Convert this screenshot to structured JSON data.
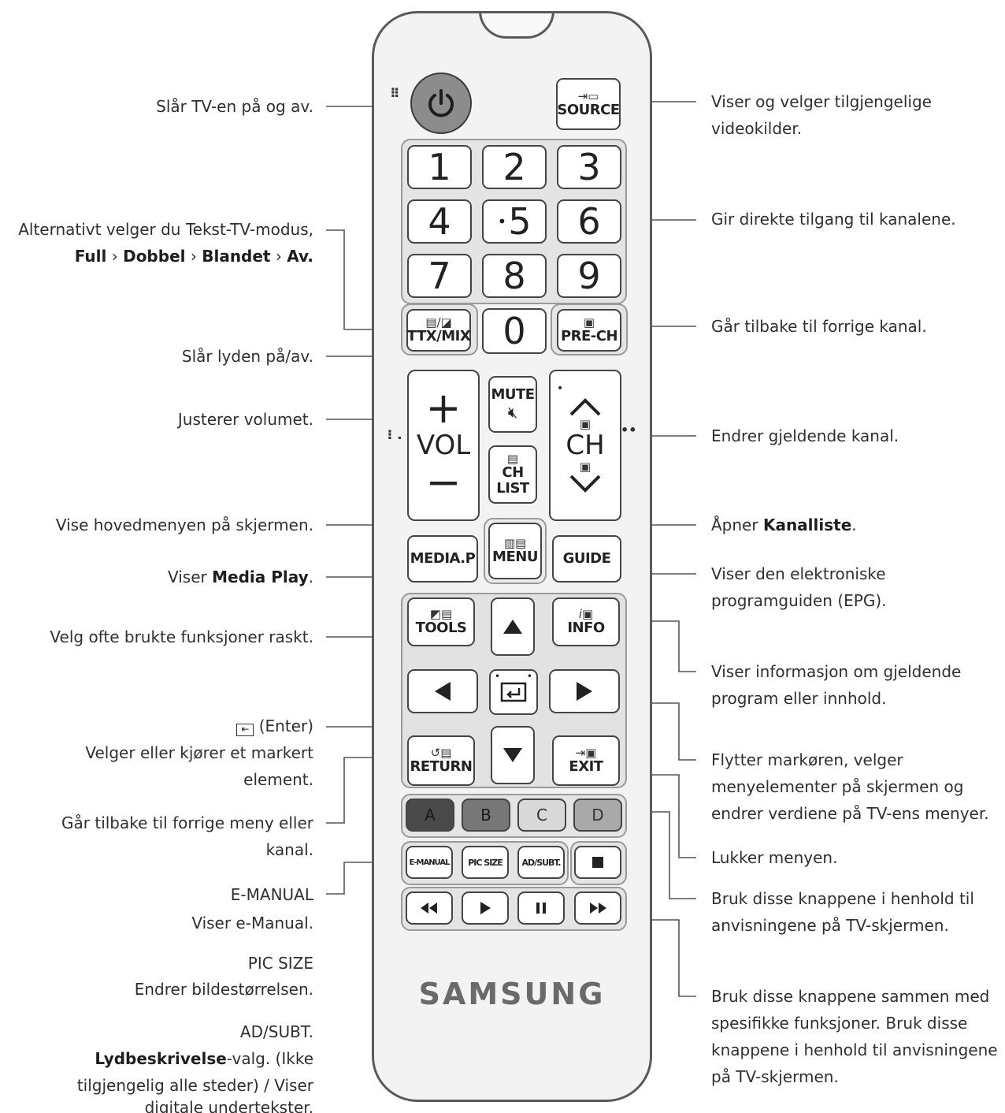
{
  "labels_left": {
    "power": "Slår TV-en på og av.",
    "ttx_line1": "Alternativt velger du Tekst-TV-modus,",
    "ttx_full": "Full",
    "ttx_dobbel": "Dobbel",
    "ttx_blandet": "Blandet",
    "ttx_av": "Av.",
    "sep": "›",
    "mute": "Slår lyden på/av.",
    "vol": "Justerer volumet.",
    "menu": "Vise hovedmenyen på skjermen.",
    "mediap_prefix": "Viser",
    "mediap_bold": "Media Play",
    "mediap_suffix": ".",
    "tools": "Velg ofte brukte funksjoner raskt.",
    "enter_title": "(Enter)",
    "enter_line1": "Velger eller kjører et markert",
    "enter_line2": "element.",
    "return_line1": "Går tilbake til forrige meny eller",
    "return_line2": "kanal.",
    "emanual_title": "E-MANUAL",
    "emanual_desc": "Viser e-Manual.",
    "picsize_title": "PIC SIZE",
    "picsize_desc": "Endrer bildestørrelsen.",
    "adsubt_title": "AD/SUBT.",
    "adsubt_bold": "Lydbeskrivelse",
    "adsubt_line1_rest": "-valg. (Ikke",
    "adsubt_line2": "tilgjengelig alle steder) / Viser",
    "adsubt_line3": "digitale undertekster."
  },
  "labels_right": {
    "source_line1": "Viser og velger tilgjengelige",
    "source_line2": "videokilder.",
    "numbers": "Gir direkte tilgang til kanalene.",
    "prech": "Går tilbake til forrige kanal.",
    "ch": "Endrer gjeldende kanal.",
    "chlist_prefix": "Åpner",
    "chlist_bold": "Kanalliste",
    "chlist_suffix": ".",
    "guide_line1": "Viser den elektroniske",
    "guide_line2": "programguiden (EPG).",
    "info_line1": "Viser informasjon om gjeldende",
    "info_line2": "program eller innhold.",
    "nav_line1": "Flytter markøren, velger",
    "nav_line2": "menyelementer på skjermen og",
    "nav_line3": "endrer verdiene på TV-ens menyer.",
    "exit": "Lukker menyen.",
    "color_line1": "Bruk disse knappene i henhold til",
    "color_line2": "anvisningene på TV-skjermen.",
    "media_line1": "Bruk disse knappene sammen med",
    "media_line2": "spesifikke funksjoner. Bruk disse",
    "media_line3": "knappene i henhold til anvisningene",
    "media_line4": "på TV-skjermen."
  },
  "remote": {
    "brand": "SAMSUNG",
    "source": "SOURCE",
    "digits": [
      "1",
      "2",
      "3",
      "4",
      "5",
      "6",
      "7",
      "8",
      "9",
      "0"
    ],
    "ttx_mix": "TTX/MIX",
    "pre_ch": "PRE-CH",
    "mute": "MUTE",
    "vol": "VOL",
    "vol_plus": "+",
    "vol_minus": "−",
    "ch": "CH",
    "ch_list_1": "CH",
    "ch_list_2": "LIST",
    "media_p": "MEDIA.P",
    "menu": "MENU",
    "guide": "GUIDE",
    "tools": "TOOLS",
    "info": "INFO",
    "return": "RETURN",
    "exit": "EXIT",
    "color_a": "A",
    "color_b": "B",
    "color_c": "C",
    "color_d": "D",
    "e_manual": "E-MANUAL",
    "pic_size": "PIC SIZE",
    "ad_subt": "AD/SUBT."
  },
  "colors": {
    "btn_a": "#4a4a4a",
    "btn_b": "#777777",
    "btn_c": "#d8d8d8",
    "btn_d": "#a9a9a9",
    "power": "#8c8c8c"
  },
  "icons": [
    "power-icon",
    "source-icon",
    "teletext-icon",
    "prech-icon",
    "mute-icon",
    "chlist-icon",
    "menu-icon",
    "tools-icon",
    "info-icon",
    "up-arrow-icon",
    "down-arrow-icon",
    "left-arrow-icon",
    "right-arrow-icon",
    "enter-icon",
    "return-icon",
    "exit-icon",
    "rewind-icon",
    "play-icon",
    "pause-icon",
    "fast-forward-icon",
    "stop-icon"
  ]
}
